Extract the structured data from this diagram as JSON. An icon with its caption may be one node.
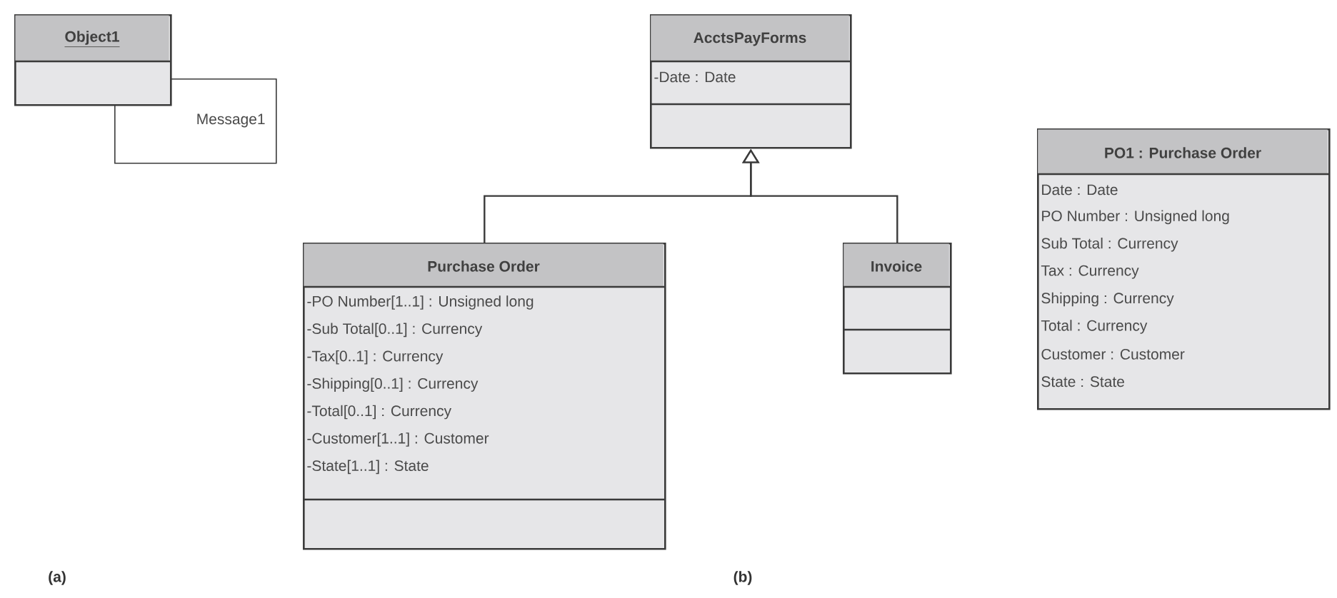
{
  "diagram": {
    "nodes": [
      {
        "text": [
          "Object1"
        ]
      },
      {
        "text": [
          "Message1"
        ]
      },
      {
        "text": [
          "AcctsPayForms",
          "-Date : Date"
        ]
      },
      {
        "text": [
          "Purchase Order",
          "-PO Number[1..1] : Unsigned long",
          "-Sub Total[0..1] : Currency",
          "-Tax[0..1] : Currency",
          "-Shipping[0..1] : Currency",
          "-Total[0..1] : Currency",
          "-Customer[1..1] : Customer",
          "-State[1..1] : State"
        ]
      },
      {
        "text": [
          "Invoice"
        ]
      },
      {
        "text": [
          "PO1 : Purchase Order",
          "Date : Date",
          "PO Number : Unsigned long",
          "Sub Total : Currency",
          "Tax : Currency",
          "Shipping : Currency",
          "Total : Currency",
          "Customer : Customer",
          "State : State"
        ]
      }
    ],
    "edges": [
      {
        "from": 3,
        "to": 2,
        "arrow": "to"
      },
      {
        "from": 4,
        "to": 2,
        "arrow": "to"
      }
    ],
    "labels": [
      "(a)",
      "(b)"
    ]
  }
}
